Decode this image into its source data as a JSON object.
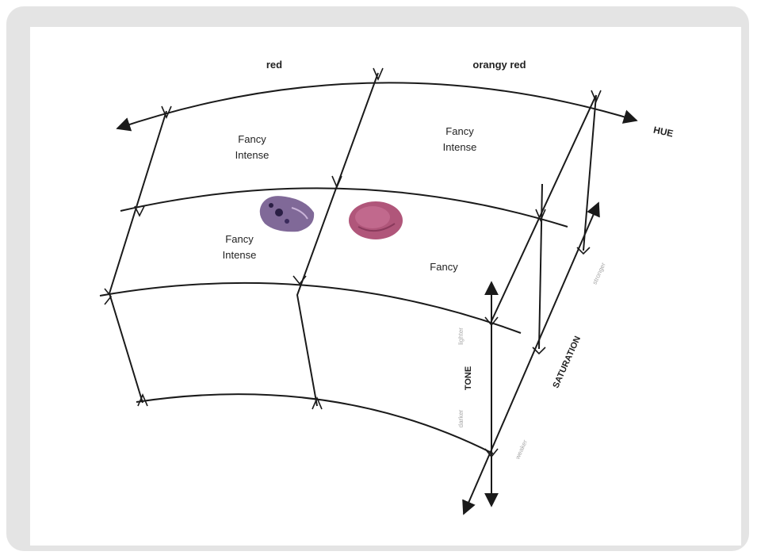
{
  "hue_labels": {
    "left": "red",
    "right": "orangy red"
  },
  "axes": {
    "hue": "HUE",
    "tone": "TONE",
    "saturation": "SATURATION"
  },
  "cells": {
    "top_left": [
      "Fancy",
      "Intense"
    ],
    "top_right": [
      "Fancy",
      "Intense"
    ],
    "middle_left": [
      "Fancy",
      "Intense"
    ],
    "middle_right": "Fancy"
  },
  "faint_labels": {
    "tone_upper": "lighter",
    "tone_lower": "darker",
    "saturation_upper": "stronger",
    "saturation_lower": "weaker"
  },
  "colors": {
    "line": "#1a1a1a",
    "frame": "#e4e4e4",
    "gem_left": "#6a4f86",
    "gem_right": "#b0567a"
  }
}
